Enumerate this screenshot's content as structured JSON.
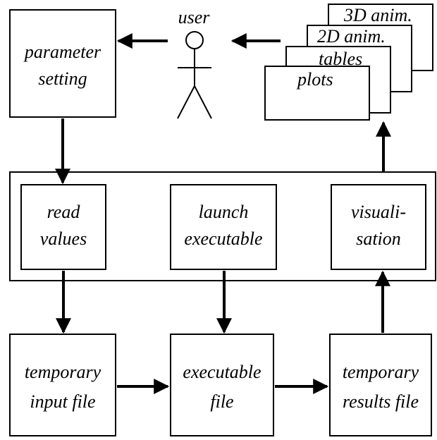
{
  "user": {
    "label": "user"
  },
  "parameter_setting": {
    "line1": "parameter",
    "line2": "setting"
  },
  "outputs": {
    "anim3d": "3D anim.",
    "anim2d": "2D anim.",
    "tables": "tables",
    "plots": "plots"
  },
  "gui": {
    "read_values": {
      "line1": "read",
      "line2": "values"
    },
    "launch_executable": {
      "line1": "launch",
      "line2": "executable"
    },
    "visualisation": {
      "line1": "visuali-",
      "line2": "sation"
    }
  },
  "files": {
    "temp_input": {
      "line1": "temporary",
      "line2": "input file"
    },
    "executable": {
      "line1": "executable",
      "line2": "file"
    },
    "temp_results": {
      "line1": "temporary",
      "line2": "results file"
    }
  }
}
